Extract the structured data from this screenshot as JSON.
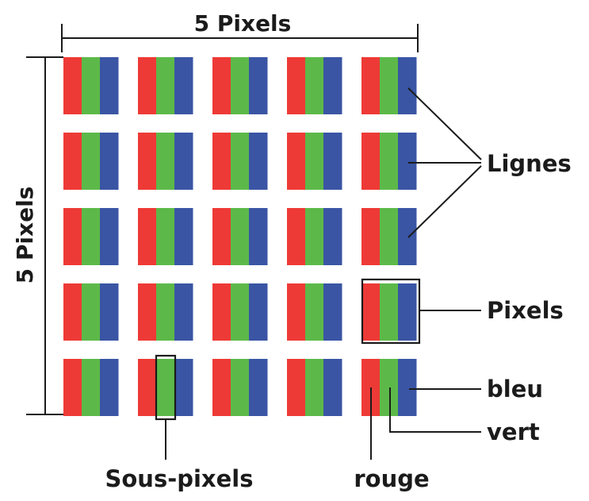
{
  "labels": {
    "top_dimension": "5 Pixels",
    "left_dimension": "5 Pixels",
    "lignes": "Lignes",
    "pixels": "Pixels",
    "bleu": "bleu",
    "vert": "vert",
    "rouge": "rouge",
    "sous_pixels": "Sous-pixels"
  },
  "grid": {
    "rows": 5,
    "columns": 5
  },
  "colors": {
    "red": "#ee3a36",
    "green": "#5cb949",
    "blue": "#3a55a4",
    "ink": "#1b1b1b"
  }
}
